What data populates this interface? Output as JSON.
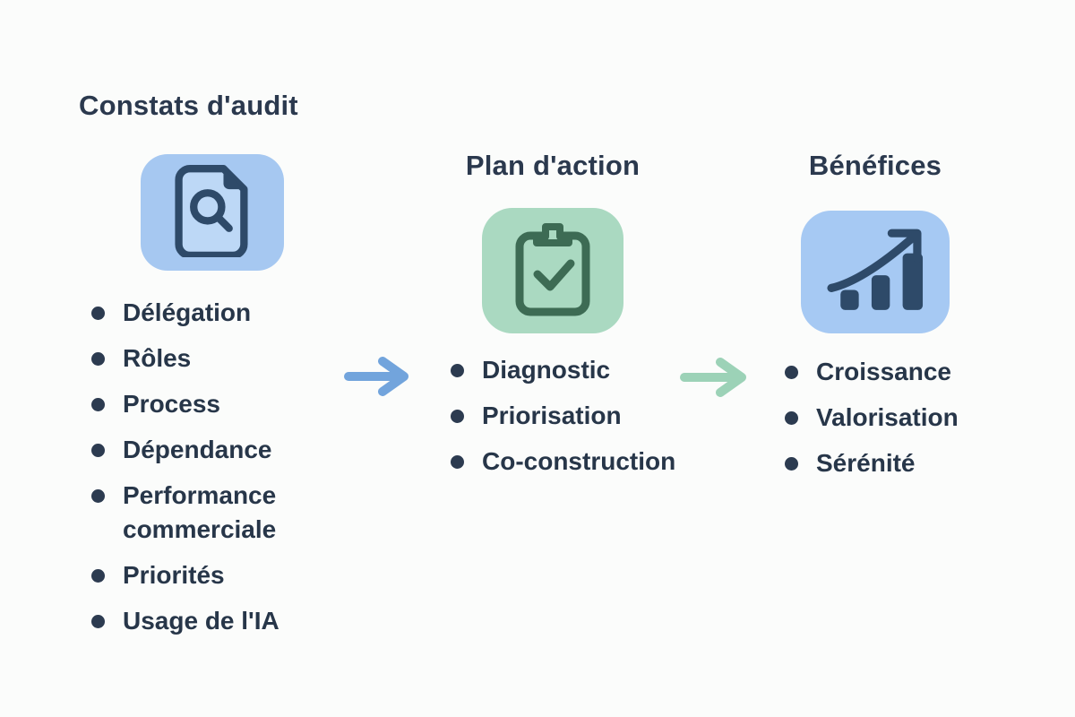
{
  "diagram": {
    "background_color": "#fbfcfb",
    "text_color": "#2b394e",
    "columns": [
      {
        "title": "Constats d'audit",
        "icon": "document-search-icon",
        "icon_bg": "#a6c8f1",
        "icon_fg": "#2e4a69",
        "items": [
          "Délégation",
          "Rôles",
          "Process",
          "Dépendance",
          "Performance commerciale",
          "Priorités",
          "Usage de l'IA"
        ]
      },
      {
        "title": "Plan d'action",
        "icon": "clipboard-check-icon",
        "icon_bg": "#aad9c1",
        "icon_fg": "#3d6b54",
        "items": [
          "Diagnostic",
          "Priorisation",
          "Co-construction"
        ]
      },
      {
        "title": "Bénéfices",
        "icon": "growth-chart-icon",
        "icon_bg": "#a6c9f3",
        "icon_fg": "#2e4a69",
        "items": [
          "Croissance",
          "Valorisation",
          "Sérénité"
        ]
      }
    ],
    "arrows": [
      {
        "name": "audit-to-plan",
        "direction": "right",
        "color": "#72a4dc"
      },
      {
        "name": "plan-to-benefits",
        "direction": "right",
        "color": "#9cd2b7"
      }
    ]
  }
}
